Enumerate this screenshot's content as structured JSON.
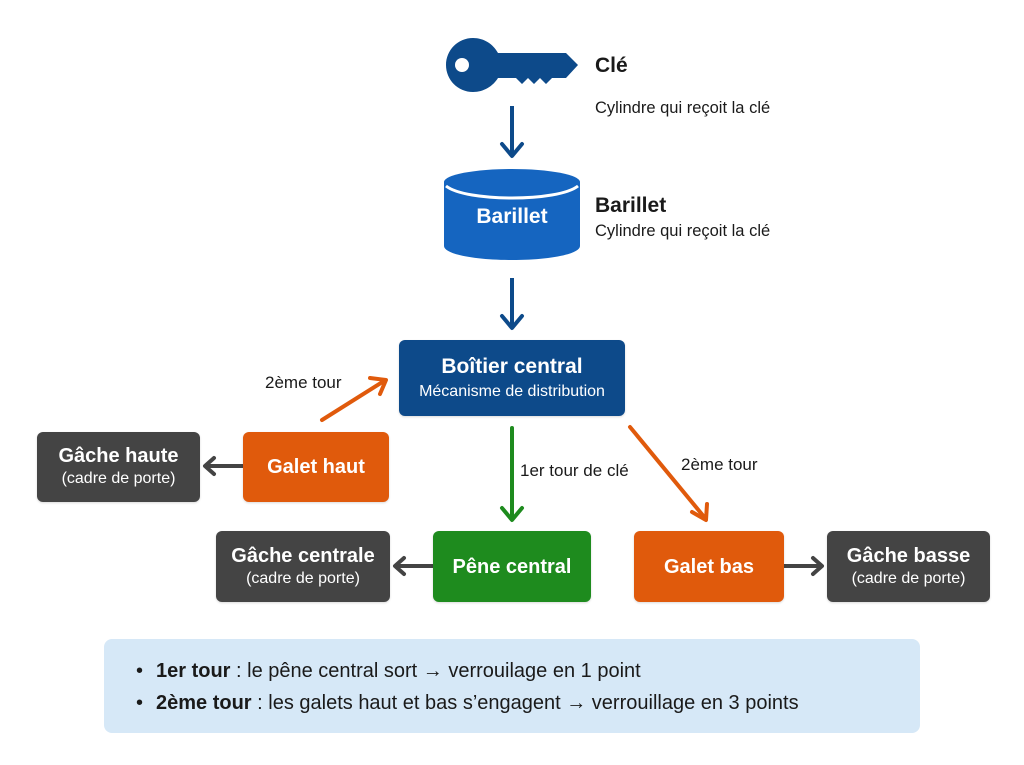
{
  "colors": {
    "navy": "#0d4a8a",
    "blue": "#1565c0",
    "orange": "#e05a0c",
    "green": "#1e8b1e",
    "dark_gray": "#444444",
    "notes_bg": "#d6e8f7"
  },
  "nodes": {
    "cle": {
      "icon": "key-icon",
      "title": "Clé",
      "subtitle": "Cylindre qui reçoit la clé"
    },
    "barillet": {
      "label": "Barillet",
      "title": "Barillet",
      "subtitle": "Cylindre qui reçoit la clé"
    },
    "boitier": {
      "title": "Boîtier central",
      "subtitle": "Mécanisme de distribution"
    },
    "galet_haut": {
      "title": "Galet haut"
    },
    "gache_haute": {
      "title": "Gâche haute",
      "subtitle": "(cadre de porte)"
    },
    "pene_central": {
      "title": "Pêne central"
    },
    "gache_centrale": {
      "title": "Gâche centrale",
      "subtitle": "(cadre de porte)"
    },
    "galet_bas": {
      "title": "Galet bas"
    },
    "gache_basse": {
      "title": "Gâche basse",
      "subtitle": "(cadre de porte)"
    }
  },
  "edges": [
    {
      "from": "cle",
      "to": "barillet",
      "label": ""
    },
    {
      "from": "barillet",
      "to": "boitier",
      "label": ""
    },
    {
      "from": "galet_haut",
      "to": "boitier",
      "label": "2ème tour"
    },
    {
      "from": "boitier",
      "to": "pene_central",
      "label": "1er tour de clé"
    },
    {
      "from": "boitier",
      "to": "galet_bas",
      "label": "2ème tour"
    },
    {
      "from": "galet_haut",
      "to": "gache_haute",
      "label": ""
    },
    {
      "from": "pene_central",
      "to": "gache_centrale",
      "label": ""
    },
    {
      "from": "galet_bas",
      "to": "gache_basse",
      "label": ""
    }
  ],
  "notes": [
    {
      "bullet": "•",
      "bold": "1er tour",
      "text": " : le pêne central sort → verrouilage en 1 point"
    },
    {
      "bullet": "•",
      "bold": "2ème tour",
      "text": " : les galets haut et bas s’engagent → verrouillage en 3 points"
    }
  ]
}
